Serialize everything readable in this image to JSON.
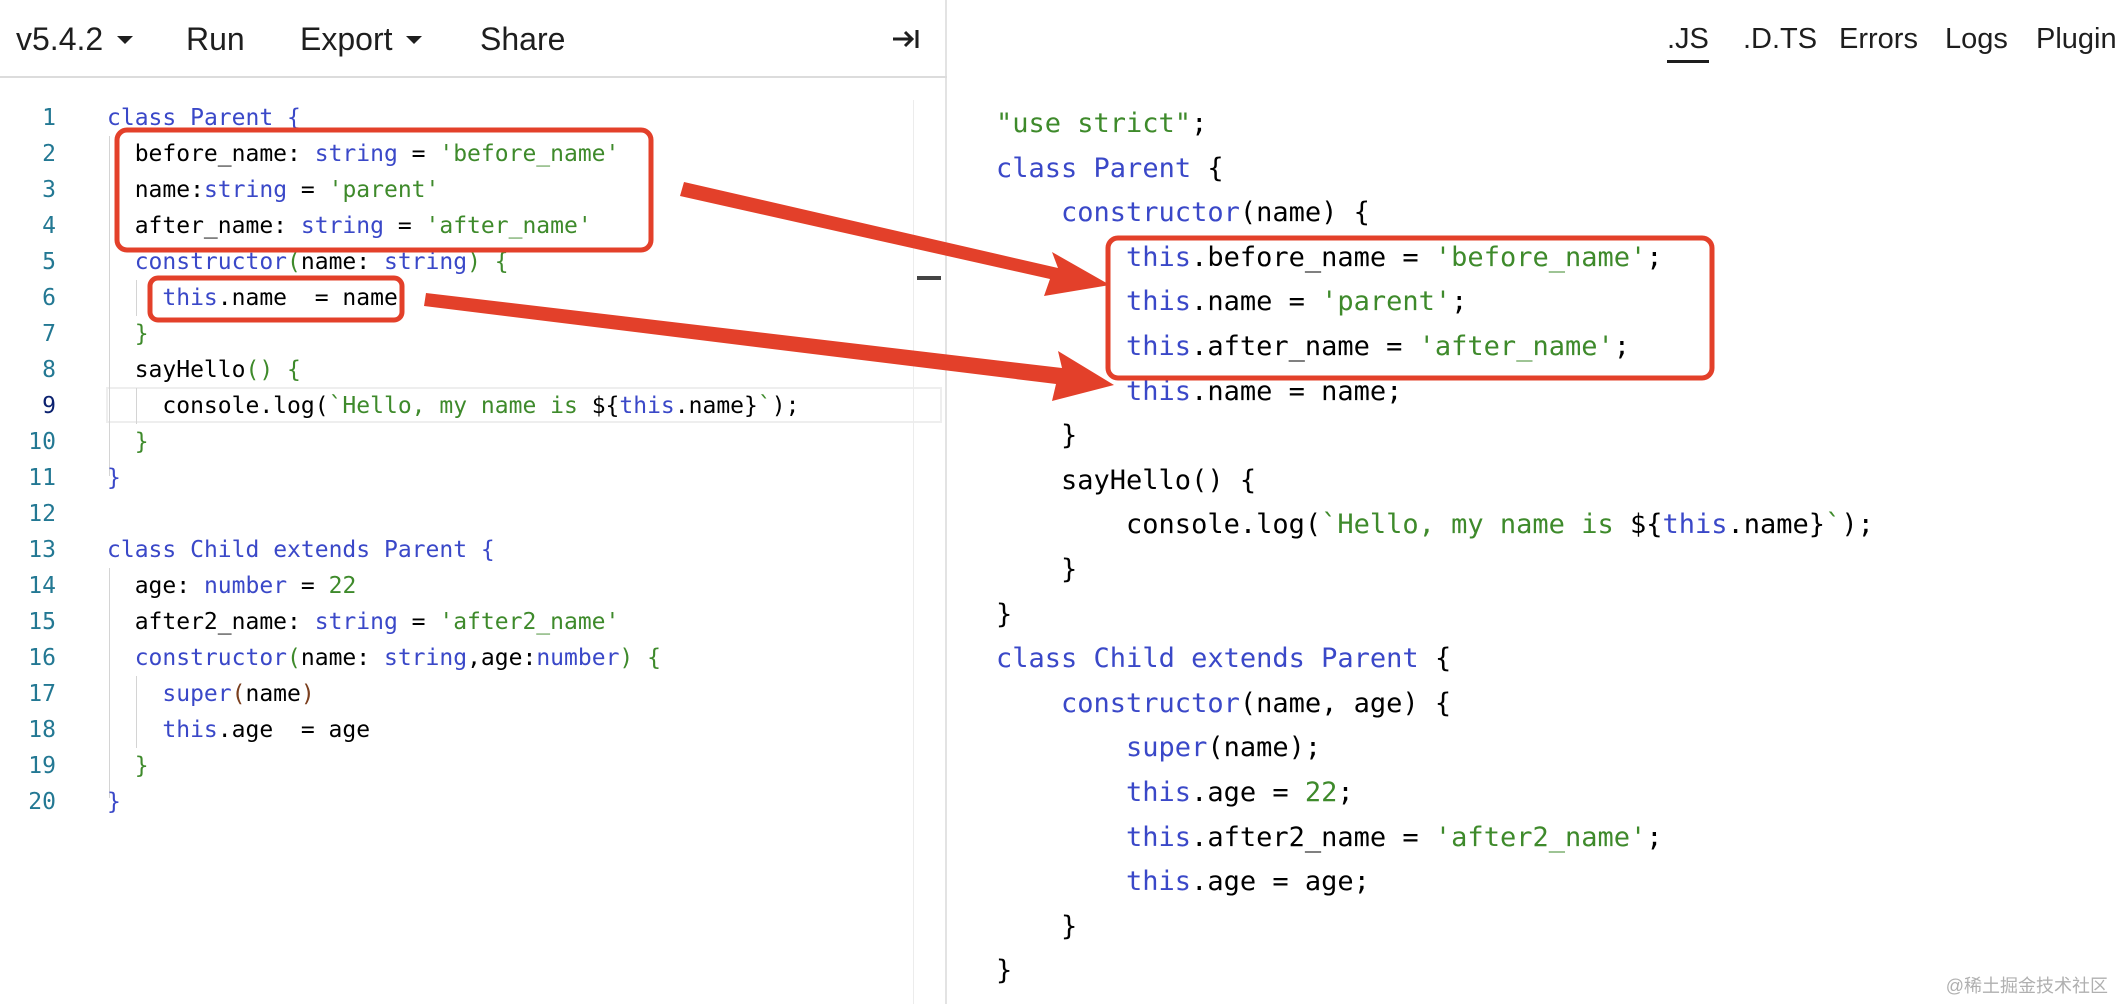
{
  "toolbar": {
    "version_label": "v5.4.2",
    "run_label": "Run",
    "export_label": "Export",
    "share_label": "Share",
    "collapse_icon": "collapse-right-icon"
  },
  "output_tabs": [
    {
      "label": ".JS",
      "active": true
    },
    {
      "label": ".D.TS",
      "active": false
    },
    {
      "label": "Errors",
      "active": false
    },
    {
      "label": "Logs",
      "active": false
    },
    {
      "label": "Plugin",
      "active": false
    }
  ],
  "editor": {
    "line_numbers": [
      "1",
      "2",
      "3",
      "4",
      "5",
      "6",
      "7",
      "8",
      "9",
      "10",
      "11",
      "12",
      "13",
      "14",
      "15",
      "16",
      "17",
      "18",
      "19",
      "20"
    ],
    "current_line": "9",
    "lines": [
      [
        {
          "t": "class ",
          "c": "kw"
        },
        {
          "t": "Parent ",
          "c": "kw"
        },
        {
          "t": "{",
          "c": "kw"
        }
      ],
      [
        {
          "t": "  before_name",
          "c": ""
        },
        {
          "t": ": ",
          "c": ""
        },
        {
          "t": "string",
          "c": "kw"
        },
        {
          "t": " = ",
          "c": ""
        },
        {
          "t": "'before_name'",
          "c": "st"
        }
      ],
      [
        {
          "t": "  name",
          "c": ""
        },
        {
          "t": ":",
          "c": ""
        },
        {
          "t": "string",
          "c": "kw"
        },
        {
          "t": " = ",
          "c": ""
        },
        {
          "t": "'parent'",
          "c": "st"
        }
      ],
      [
        {
          "t": "  after_name",
          "c": ""
        },
        {
          "t": ": ",
          "c": ""
        },
        {
          "t": "string",
          "c": "kw"
        },
        {
          "t": " = ",
          "c": ""
        },
        {
          "t": "'after_name'",
          "c": "st"
        }
      ],
      [
        {
          "t": "  constructor",
          "c": "kw"
        },
        {
          "t": "(",
          "c": "br"
        },
        {
          "t": "name",
          "c": ""
        },
        {
          "t": ": ",
          "c": ""
        },
        {
          "t": "string",
          "c": "kw"
        },
        {
          "t": ") {",
          "c": "br"
        }
      ],
      [
        {
          "t": "    this",
          "c": "kw"
        },
        {
          "t": ".name  = name",
          "c": ""
        }
      ],
      [
        {
          "t": "  }",
          "c": "br"
        }
      ],
      [
        {
          "t": "  sayHello",
          "c": ""
        },
        {
          "t": "() {",
          "c": "br"
        }
      ],
      [
        {
          "t": "    console",
          "c": ""
        },
        {
          "t": ".log(",
          "c": ""
        },
        {
          "t": "`Hello, my name is ",
          "c": "st"
        },
        {
          "t": "${",
          "c": ""
        },
        {
          "t": "this",
          "c": "kw"
        },
        {
          "t": ".name",
          "c": ""
        },
        {
          "t": "}",
          "c": ""
        },
        {
          "t": "`",
          "c": "st"
        },
        {
          "t": ");",
          "c": ""
        }
      ],
      [
        {
          "t": "  }",
          "c": "br"
        }
      ],
      [
        {
          "t": "}",
          "c": "kw"
        }
      ],
      [],
      [
        {
          "t": "class ",
          "c": "kw"
        },
        {
          "t": "Child ",
          "c": "kw"
        },
        {
          "t": "extends ",
          "c": "kw"
        },
        {
          "t": "Parent ",
          "c": "kw"
        },
        {
          "t": "{",
          "c": "kw"
        }
      ],
      [
        {
          "t": "  age",
          "c": ""
        },
        {
          "t": ": ",
          "c": ""
        },
        {
          "t": "number",
          "c": "kw"
        },
        {
          "t": " = ",
          "c": ""
        },
        {
          "t": "22",
          "c": "nu"
        }
      ],
      [
        {
          "t": "  after2_name",
          "c": ""
        },
        {
          "t": ": ",
          "c": ""
        },
        {
          "t": "string",
          "c": "kw"
        },
        {
          "t": " = ",
          "c": ""
        },
        {
          "t": "'after2_name'",
          "c": "st"
        }
      ],
      [
        {
          "t": "  constructor",
          "c": "kw"
        },
        {
          "t": "(",
          "c": "br"
        },
        {
          "t": "name",
          "c": ""
        },
        {
          "t": ": ",
          "c": ""
        },
        {
          "t": "string",
          "c": "kw"
        },
        {
          "t": ",",
          "c": ""
        },
        {
          "t": "age",
          "c": ""
        },
        {
          "t": ":",
          "c": ""
        },
        {
          "t": "number",
          "c": "kw"
        },
        {
          "t": ") {",
          "c": "br"
        }
      ],
      [
        {
          "t": "    super",
          "c": "kw"
        },
        {
          "t": "(",
          "c": "pa"
        },
        {
          "t": "name",
          "c": ""
        },
        {
          "t": ")",
          "c": "pa"
        }
      ],
      [
        {
          "t": "    this",
          "c": "kw"
        },
        {
          "t": ".age  = age",
          "c": ""
        }
      ],
      [
        {
          "t": "  }",
          "c": "br"
        }
      ],
      [
        {
          "t": "}",
          "c": "kw"
        }
      ]
    ]
  },
  "output": {
    "lines": [
      [
        {
          "t": "\"use strict\"",
          "c": "st"
        },
        {
          "t": ";",
          "c": ""
        }
      ],
      [
        {
          "t": "class ",
          "c": "kw"
        },
        {
          "t": "Parent ",
          "c": "kw"
        },
        {
          "t": "{",
          "c": ""
        }
      ],
      [
        {
          "t": "    constructor",
          "c": "kw"
        },
        {
          "t": "(name) {",
          "c": ""
        }
      ],
      [
        {
          "t": "        this",
          "c": "kw"
        },
        {
          "t": ".before_name = ",
          "c": ""
        },
        {
          "t": "'before_name'",
          "c": "st"
        },
        {
          "t": ";",
          "c": ""
        }
      ],
      [
        {
          "t": "        this",
          "c": "kw"
        },
        {
          "t": ".name = ",
          "c": ""
        },
        {
          "t": "'parent'",
          "c": "st"
        },
        {
          "t": ";",
          "c": ""
        }
      ],
      [
        {
          "t": "        this",
          "c": "kw"
        },
        {
          "t": ".after_name = ",
          "c": ""
        },
        {
          "t": "'after_name'",
          "c": "st"
        },
        {
          "t": ";",
          "c": ""
        }
      ],
      [
        {
          "t": "        this",
          "c": "kw"
        },
        {
          "t": ".name = name;",
          "c": ""
        }
      ],
      [
        {
          "t": "    }",
          "c": ""
        }
      ],
      [
        {
          "t": "    sayHello() {",
          "c": ""
        }
      ],
      [
        {
          "t": "        console.log(",
          "c": ""
        },
        {
          "t": "`Hello, my name is ",
          "c": "st"
        },
        {
          "t": "${",
          "c": ""
        },
        {
          "t": "this",
          "c": "kw"
        },
        {
          "t": ".name}",
          "c": ""
        },
        {
          "t": "`",
          "c": "st"
        },
        {
          "t": ");",
          "c": ""
        }
      ],
      [
        {
          "t": "    }",
          "c": ""
        }
      ],
      [
        {
          "t": "}",
          "c": ""
        }
      ],
      [
        {
          "t": "class ",
          "c": "kw"
        },
        {
          "t": "Child ",
          "c": "kw"
        },
        {
          "t": "extends ",
          "c": "kw"
        },
        {
          "t": "Parent ",
          "c": "kw"
        },
        {
          "t": "{",
          "c": ""
        }
      ],
      [
        {
          "t": "    constructor",
          "c": "kw"
        },
        {
          "t": "(name, age) {",
          "c": ""
        }
      ],
      [
        {
          "t": "        super",
          "c": "kw"
        },
        {
          "t": "(name);",
          "c": ""
        }
      ],
      [
        {
          "t": "        this",
          "c": "kw"
        },
        {
          "t": ".age = ",
          "c": ""
        },
        {
          "t": "22",
          "c": "nu"
        },
        {
          "t": ";",
          "c": ""
        }
      ],
      [
        {
          "t": "        this",
          "c": "kw"
        },
        {
          "t": ".after2_name = ",
          "c": ""
        },
        {
          "t": "'after2_name'",
          "c": "st"
        },
        {
          "t": ";",
          "c": ""
        }
      ],
      [
        {
          "t": "        this",
          "c": "kw"
        },
        {
          "t": ".age = age;",
          "c": ""
        }
      ],
      [
        {
          "t": "    }",
          "c": ""
        }
      ],
      [
        {
          "t": "}",
          "c": ""
        }
      ]
    ]
  },
  "watermark": "@稀土掘金技术社区",
  "colors": {
    "keyword": "#3a48c8",
    "string": "#3e8a2b",
    "line_number": "#237893",
    "annotation": "#e3402a"
  }
}
